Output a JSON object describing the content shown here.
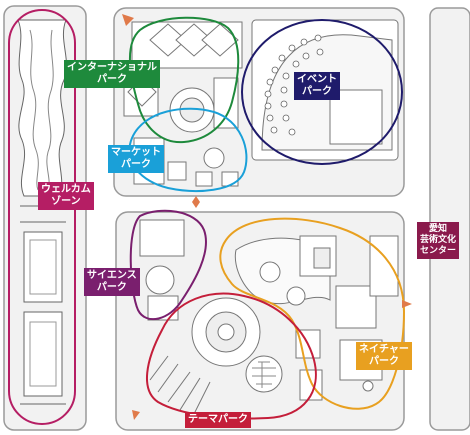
{
  "colors": {
    "international": "#1e8a3c",
    "event": "#1f1b6b",
    "marketplace": "#1aa0d8",
    "welcome": "#b51e64",
    "science": "#7a1f6e",
    "nature": "#e8a020",
    "theme": "#c41e3a",
    "art_center": "#8a1a4c",
    "arrow": "#e07a4a",
    "block": "#f2f2f2",
    "block_stroke": "#9a9a9a"
  },
  "zones": {
    "international": "インターナショナル\nパーク",
    "event": "イベント\nパーク",
    "marketplace": "マーケット\nパーク",
    "welcome": "ウェルカム\nゾーン",
    "science": "サイエンス\nパーク",
    "nature": "ネイチャー\nパーク",
    "theme": "テーマパーク"
  },
  "landmark": {
    "art_center": "愛知\n芸術文化\nセンター"
  }
}
